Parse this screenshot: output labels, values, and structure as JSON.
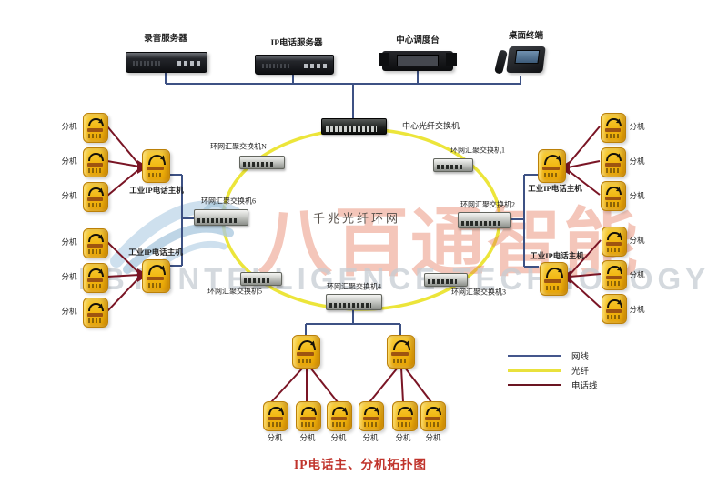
{
  "top_devices": {
    "recording_server": "录音服务器",
    "ip_phone_server": "IP电话服务器",
    "dispatch_console": "中心调度台",
    "desktop_terminal": "桌面终端"
  },
  "switches": {
    "core": "中心光纤交换机",
    "sN": "环网汇聚交换机N",
    "s1": "环网汇聚交换机1",
    "s2": "环网汇聚交换机2",
    "s3": "环网汇聚交换机3",
    "s4": "环网汇聚交换机4",
    "s5": "环网汇聚交换机5",
    "s6": "环网汇聚交换机6"
  },
  "ring": {
    "label": "千兆光纤环网"
  },
  "labels": {
    "host": "工业IP电话主机",
    "extension": "分机"
  },
  "legend": {
    "items": [
      {
        "label": "网线",
        "color": "#44568c"
      },
      {
        "label": "光纤",
        "color": "#e9e13c"
      },
      {
        "label": "电话线",
        "color": "#6b1522"
      }
    ]
  },
  "title": "IP电话主、分机拓扑图",
  "watermark": {
    "cn": "八百通智能",
    "en": "PBT INTELLIGENCE TECHNOLOGY"
  },
  "colors": {
    "network_line": "#3d5184",
    "fiber_ring": "#ece53a",
    "phone_line": "#7a1525",
    "phone_body": "#f0b60e",
    "title_red": "#c0342c"
  }
}
